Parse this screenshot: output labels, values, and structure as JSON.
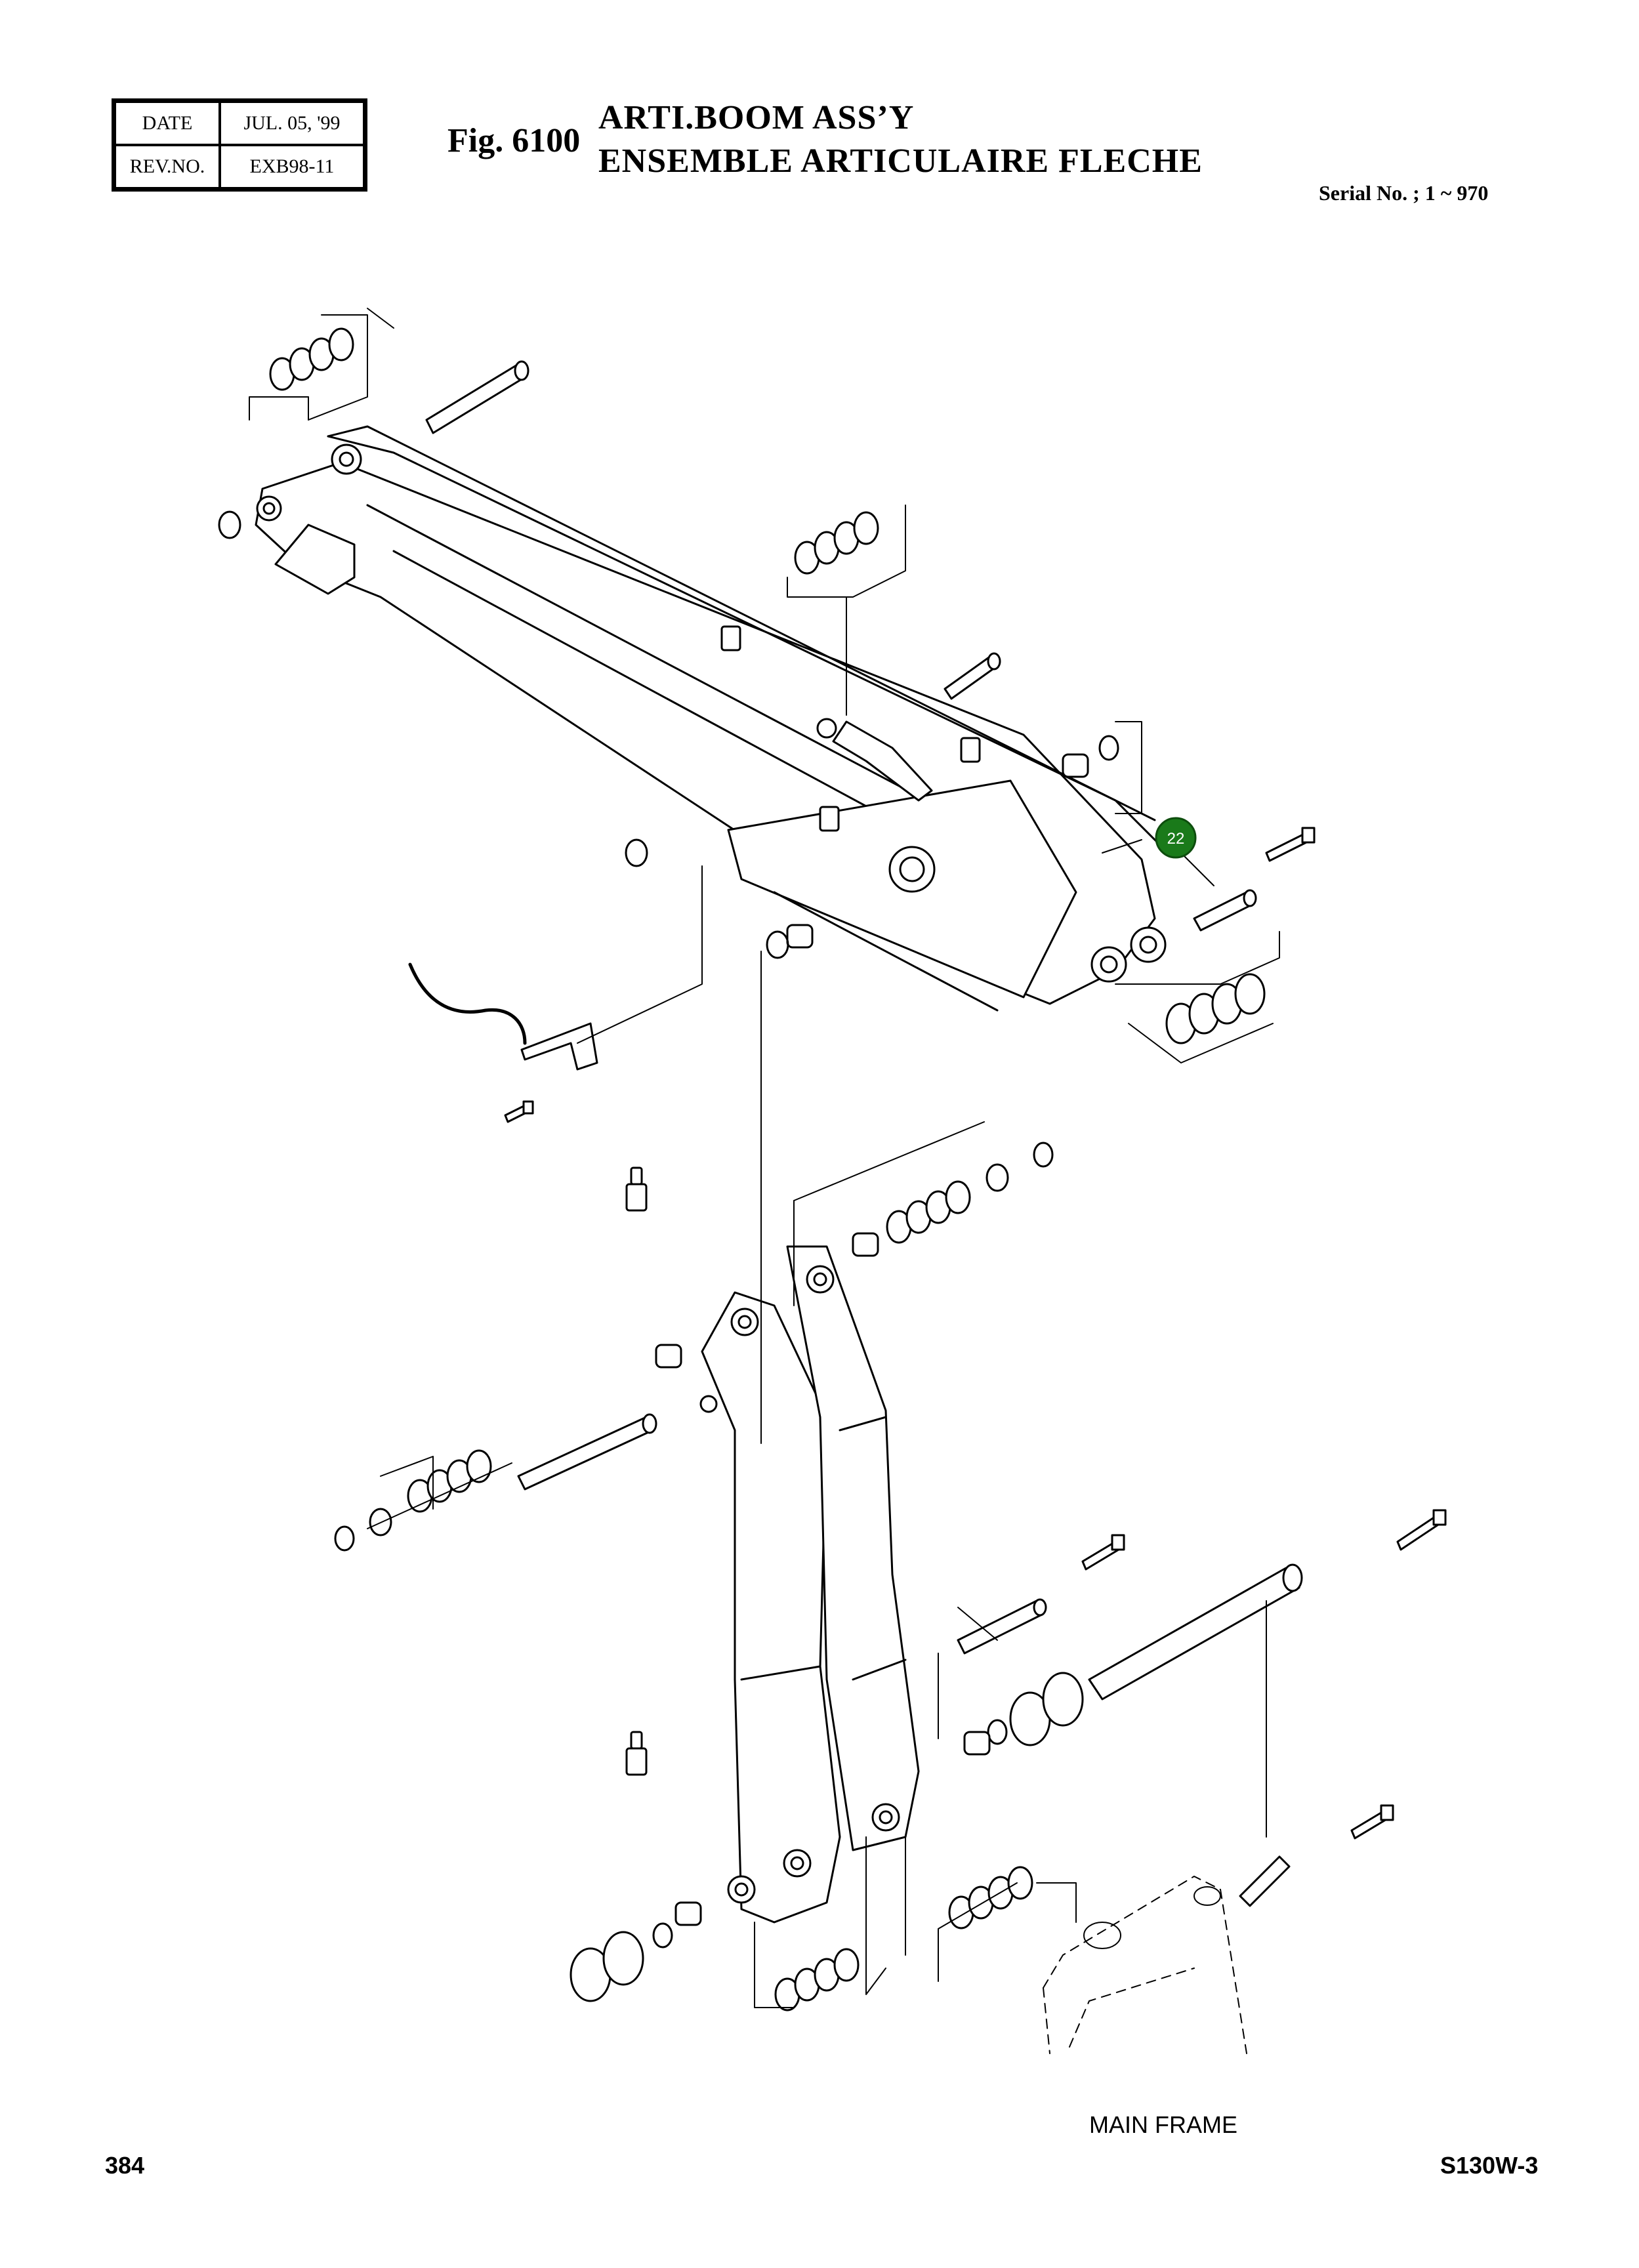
{
  "header": {
    "date_label": "DATE",
    "date_value": "JUL. 05, '99",
    "rev_label": "REV.NO.",
    "rev_value": "EXB98-11",
    "fig_no": "Fig. 6100",
    "title_en": "ARTI.BOOM ASS’Y",
    "title_fr": "ENSEMBLE ARTICULAIRE FLECHE",
    "serial": "Serial No. ; 1 ~ 970"
  },
  "diagram": {
    "callout": {
      "number": "22",
      "color": "#1a7a1a"
    },
    "main_frame_label": "MAIN FRAME"
  },
  "footer": {
    "page": "384",
    "model": "S130W-3"
  }
}
